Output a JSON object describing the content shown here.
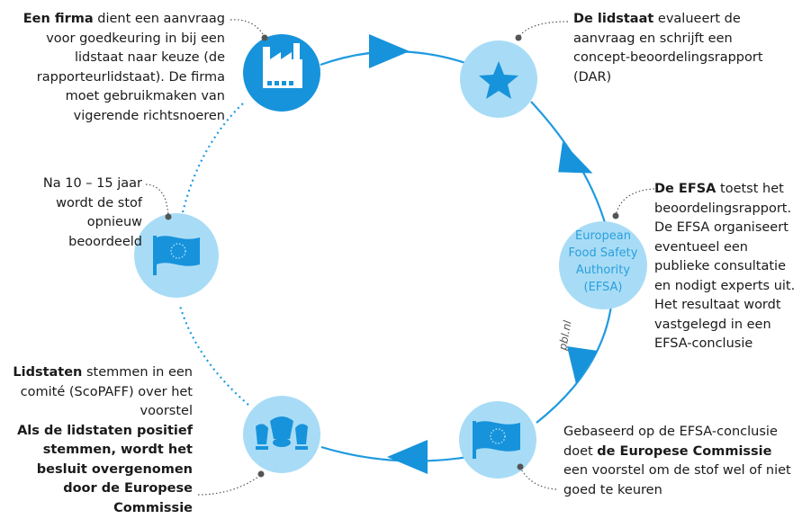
{
  "steps": {
    "firma": {
      "bold": "Een firma",
      "text": " dient een aanvraag voor goedkeuring in bij een lidstaat naar keuze (de rapporteurlidstaat). De firma moet gebruikmaken van vigerende richtsnoeren",
      "icon": "factory-icon"
    },
    "lidstaat": {
      "bold": "De lidstaat",
      "text": " evalueert de aanvraag en schrijft een concept-beoordelingsrapport (DAR)",
      "icon": "star-icon"
    },
    "efsa": {
      "bold": "De EFSA",
      "text": " toetst het beoordelingsrapport. De EFSA organiseert eventueel een publieke consultatie en nodigt experts uit. Het resultaat wordt vastgelegd in een EFSA-conclusie",
      "circle_label": "European Food Safety Authority (EFSA)"
    },
    "commissie": {
      "text_before": "Gebaseerd op de EFSA-conclusie doet ",
      "bold": "de Europese Commissie",
      "text_after": " een voorstel om de stof wel of niet goed te keuren",
      "icon": "eu-flag-icon"
    },
    "comite": {
      "bold": "Lidstaten",
      "text": " stemmen in een comité (ScoPAFF) over het voorstel",
      "bold2": "Als de lidstaten positief stemmen, wordt het besluit overgenomen door de Europese Commissie",
      "icon": "committee-icon"
    },
    "herbeoordeling": {
      "text": "Na 10 – 15 jaar wordt de stof opnieuw beoordeeld",
      "icon": "eu-flag-icon"
    }
  },
  "credit": "pbl.nl",
  "colors": {
    "dark_blue": "#1793db",
    "light_blue": "#a8dcf6",
    "cycle_line": "#1f9ae0",
    "text": "#1a1a1a"
  }
}
